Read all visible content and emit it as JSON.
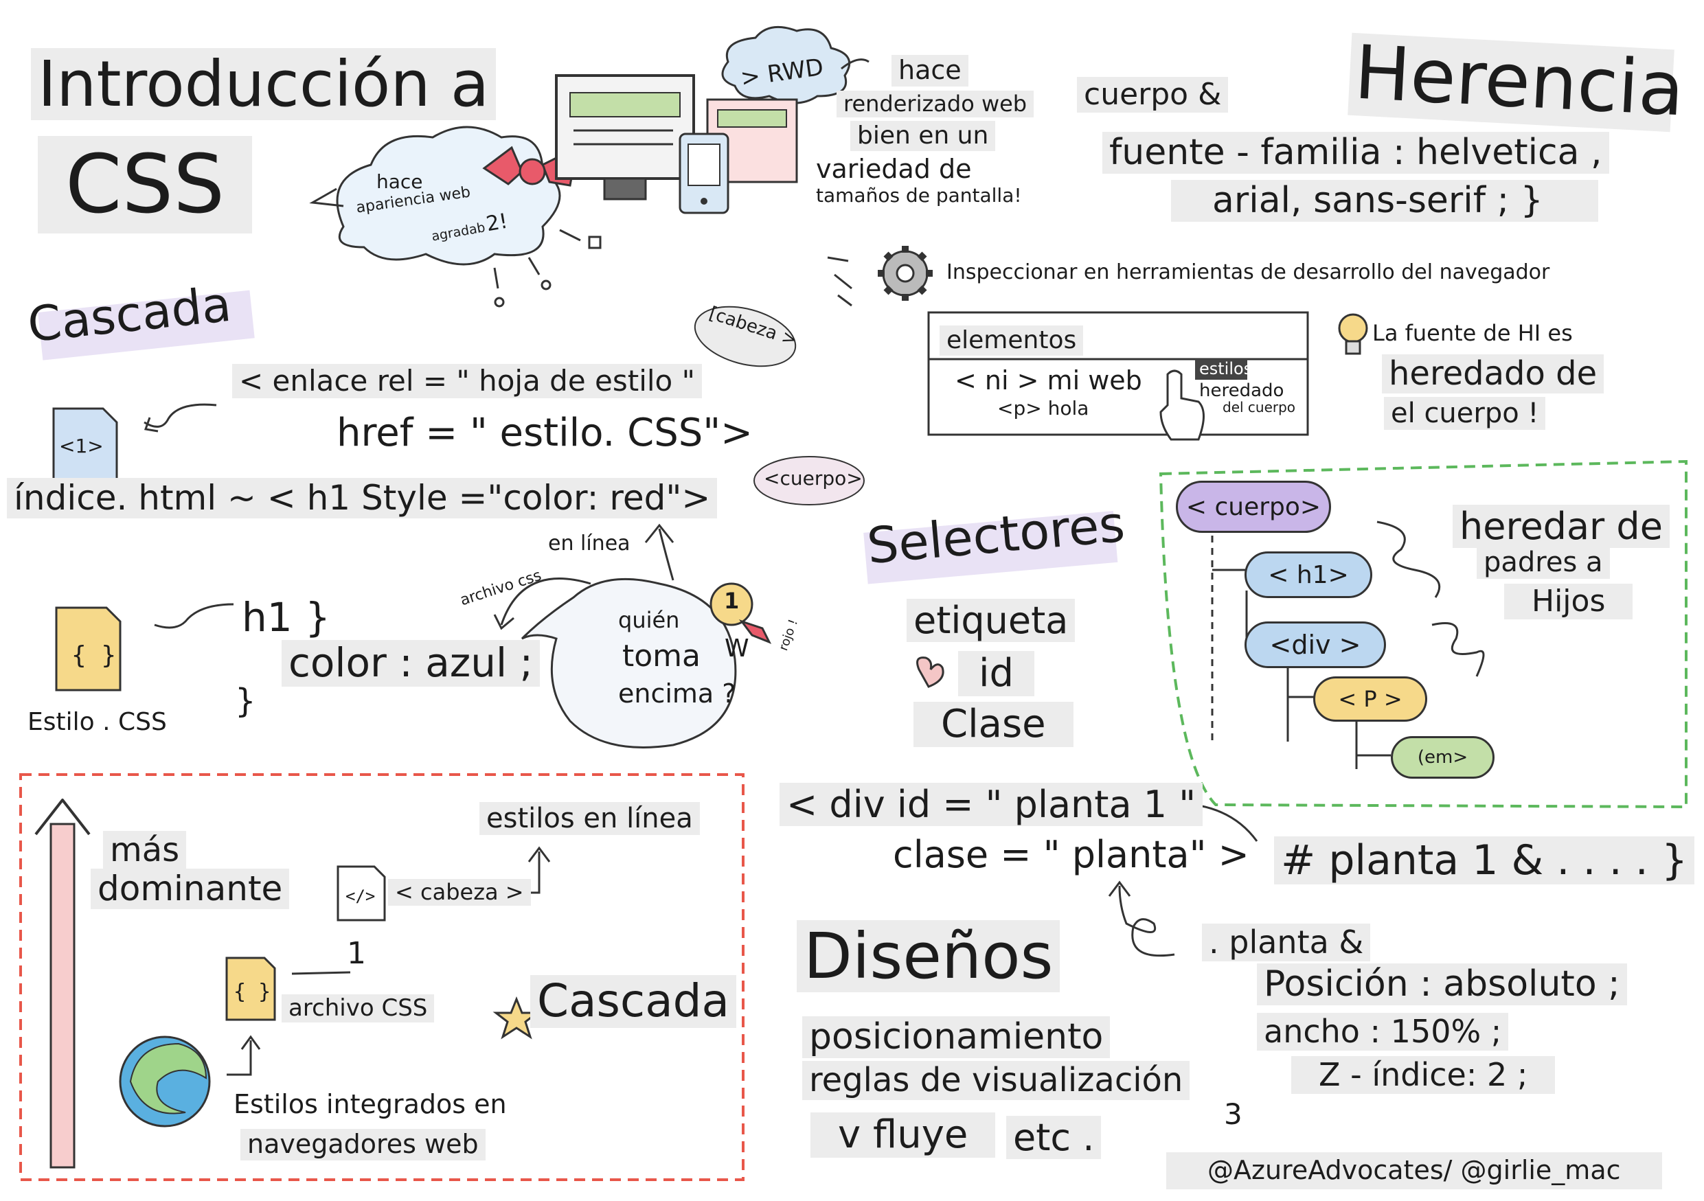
{
  "title": {
    "line1": "Introducción a",
    "line2": "CSS"
  },
  "rwd": {
    "cloud_label": "> RWD",
    "desc": [
      "hace",
      "renderizado web",
      "bien en un",
      "variedad de",
      "tamaños de pantalla!"
    ]
  },
  "appearance": {
    "cloud": [
      "hace",
      "apariencia web",
      "agradab"
    ],
    "suffix": "2!"
  },
  "cascade": {
    "heading": "Cascada",
    "code1": "< enlace rel = \" hoja de estilo \"",
    "code2": "href = \" estilo. CSS\">",
    "head_bubble": "[cabeza >",
    "h1_file": "<1>",
    "inline_code": "índice. html ~ < h1 Style =\"color: red\">",
    "body_bubble": "<cuerpo>",
    "inline_label": "en línea",
    "css_file_label": "archivo css",
    "rule_open": "h1 }",
    "rule_body": "color : azul ;",
    "rule_close": "}",
    "css_file_icon": "{ }",
    "css_file_name": "Estilo . CSS",
    "question": [
      "quién",
      "toma",
      "encima ?"
    ],
    "medal": "1",
    "winner": "W",
    "red_label": "rojo !"
  },
  "priority": {
    "most_dominant": [
      "más",
      "dominante"
    ],
    "inline_styles": "estilos en línea",
    "head": "< cabeza >",
    "head_icon": "</>",
    "rank": "1",
    "css_icon": "{ }",
    "css_file": "archivo CSS",
    "cascade": "Cascada",
    "builtin": [
      "Estilos integrados en",
      "navegadores web"
    ]
  },
  "inheritance": {
    "heading": "Herencia",
    "code": [
      "cuerpo &",
      "fuente - familia : helvetica ,",
      "arial, sans-serif ; }"
    ],
    "inspect": "Inspeccionar en herramientas de desarrollo del navegador",
    "devtools": {
      "tab": "elementos",
      "node1": "< ni > mi web",
      "node2": "<p> hola",
      "styles_tab": "estilos",
      "inherited": "heredado",
      "from_body": "del cuerpo"
    },
    "note": [
      "La fuente de HI es",
      "heredado de",
      "el cuerpo !"
    ]
  },
  "tree": {
    "nodes": [
      "< cuerpo>",
      "< h1>",
      "<div >",
      "< P >",
      "(em>"
    ],
    "caption": [
      "heredar de",
      "padres a",
      "Hijos"
    ]
  },
  "selectors": {
    "heading": "Selectores",
    "items": [
      "etiqueta",
      "id",
      "Clase"
    ],
    "code1": "< div id = \" planta 1 \"",
    "code2": "clase = \" planta\" >",
    "id_rule": "# planta 1 & . . . . }"
  },
  "layouts": {
    "heading": "Diseños",
    "items": [
      "posicionamiento",
      "reglas de visualización",
      "v fluye",
      "etc ."
    ],
    "class_rule": [
      ". planta &",
      "Posición : absoluto ;",
      "ancho : 150% ;",
      "Z - índice: 2 ;",
      "3"
    ]
  },
  "credit": "@AzureAdvocates/ @girlie_mac",
  "colors": {
    "purple": "#c9b6e8",
    "blue": "#bcd7f0",
    "yellow": "#f6d98a",
    "green": "#c3dfa8",
    "pink": "#f4c6c6",
    "red_dash": "#e8574a",
    "green_dash": "#5cb85c",
    "bow": "#e85a6a"
  }
}
